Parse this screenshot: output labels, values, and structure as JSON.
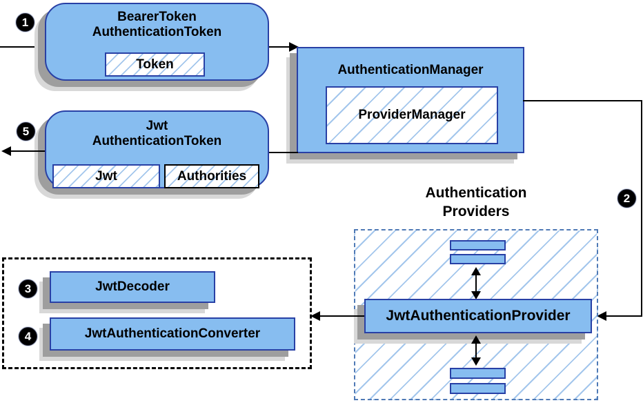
{
  "steps": {
    "s1": "1",
    "s2": "2",
    "s3": "3",
    "s4": "4",
    "s5": "5"
  },
  "bearer_token": {
    "title_line1": "BearerToken",
    "title_line2": "AuthenticationToken",
    "field": "Token"
  },
  "auth_manager": {
    "title": "AuthenticationManager",
    "inner": "ProviderManager"
  },
  "jwt_token": {
    "title_line1": "Jwt",
    "title_line2": "AuthenticationToken",
    "field_jwt": "Jwt",
    "field_authorities": "Authorities"
  },
  "providers": {
    "label_line1": "Authentication",
    "label_line2": "Providers",
    "provider": "JwtAuthenticationProvider"
  },
  "decoder": {
    "label": "JwtDecoder"
  },
  "converter": {
    "label": "JwtAuthenticationConverter"
  },
  "colors": {
    "box_fill": "#87BDF0",
    "box_border": "#2840A5",
    "hatch": "#A3C6EC",
    "dashed_blue": "#4E79B5",
    "shadow_dark": "#9E9E9E",
    "shadow_light": "#D8D8D8",
    "line": "#000000"
  }
}
